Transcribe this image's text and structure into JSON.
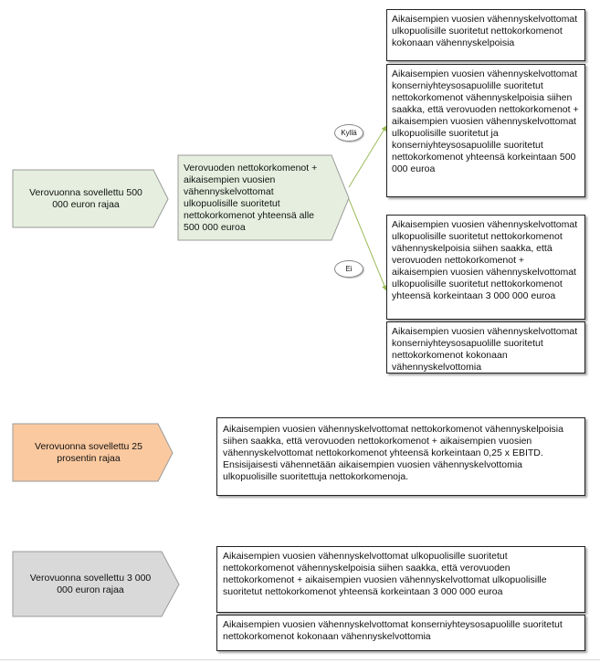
{
  "colors": {
    "green_fill": "#e6efdf",
    "orange_fill": "#fbc9a0",
    "gray_fill": "#d9d9d9",
    "outline": "#9a9a9a",
    "connector": "#9bbb59"
  },
  "diagram": {
    "row1": {
      "start_label": "Verovuonna sovellettu 500 000 euron rajaa",
      "decision_text": "Verovuoden nettokorkomenot + aikaisempien vuosien vähennyskelvottomat ulkopuolisille suoritetut nettokorkomenot yhteensä alle 500 000 euroa",
      "yes_label": "Kyllä",
      "no_label": "Ei",
      "yes_boxes": [
        "Aikaisempien vuosien vähennyskelvottomat ulkopuolisille suoritetut nettokorkomenot kokonaan vähennyskelpoisia",
        "Aikaisempien vuosien vähennyskelvottomat konserniyhteysosapuolille suoritetut nettokorkomenot vähennyskelpoisia siihen saakka, että verovuoden nettokorkomenot + aikaisempien vuosien vähennyskelvottomat ulkopuolisille suoritetut ja konserniyhteysosapuolille suoritetut nettokorkomenot yhteensä korkeintaan 500 000 euroa"
      ],
      "no_boxes": [
        "Aikaisempien vuosien vähennyskelvottomat ulkopuolisille suoritetut nettokorkomenot vähennyskelpoisia siihen saakka, että verovuoden nettokorkomenot + aikaisempien vuosien vähennyskelvottomat ulkopuolisille suoritetut nettokorkomenot yhteensä korkeintaan 3 000 000 euroa",
        "Aikaisempien vuosien vähennyskelvottomat konserniyhteysosapuolille suoritetut nettokorkomenot kokonaan vähennyskelvottomia"
      ]
    },
    "row2": {
      "start_label": "Verovuonna sovellettu 25 prosentin rajaa",
      "box": "Aikaisempien vuosien vähennyskelvottomat nettokorkomenot vähennyskelpoisia siihen saakka, että verovuoden nettokorkomenot + aikaisempien vuosien vähennyskelvottomat nettokorkomenot yhteensä korkeintaan 0,25 x EBITD. Ensisijaisesti vähennetään aikaisempien vuosien vähennyskelvottomia ulkopuolisille suoritettuja nettokorkomenoja."
    },
    "row3": {
      "start_label": "Verovuonna sovellettu 3 000 000 euron rajaa",
      "boxes": [
        "Aikaisempien vuosien vähennyskelvottomat ulkopuolisille suoritetut nettokorkomenot vähennyskelpoisia siihen saakka, että verovuoden nettokorkomenot + aikaisempien vuosien vähennyskelvottomat ulkopuolisille suoritetut nettokorkomenot yhteensä korkeintaan 3 000 000 euroa",
        "Aikaisempien vuosien vähennyskelvottomat konserniyhteysosapuolille suoritetut nettokorkomenot kokonaan vähennyskelvottomia"
      ]
    }
  }
}
